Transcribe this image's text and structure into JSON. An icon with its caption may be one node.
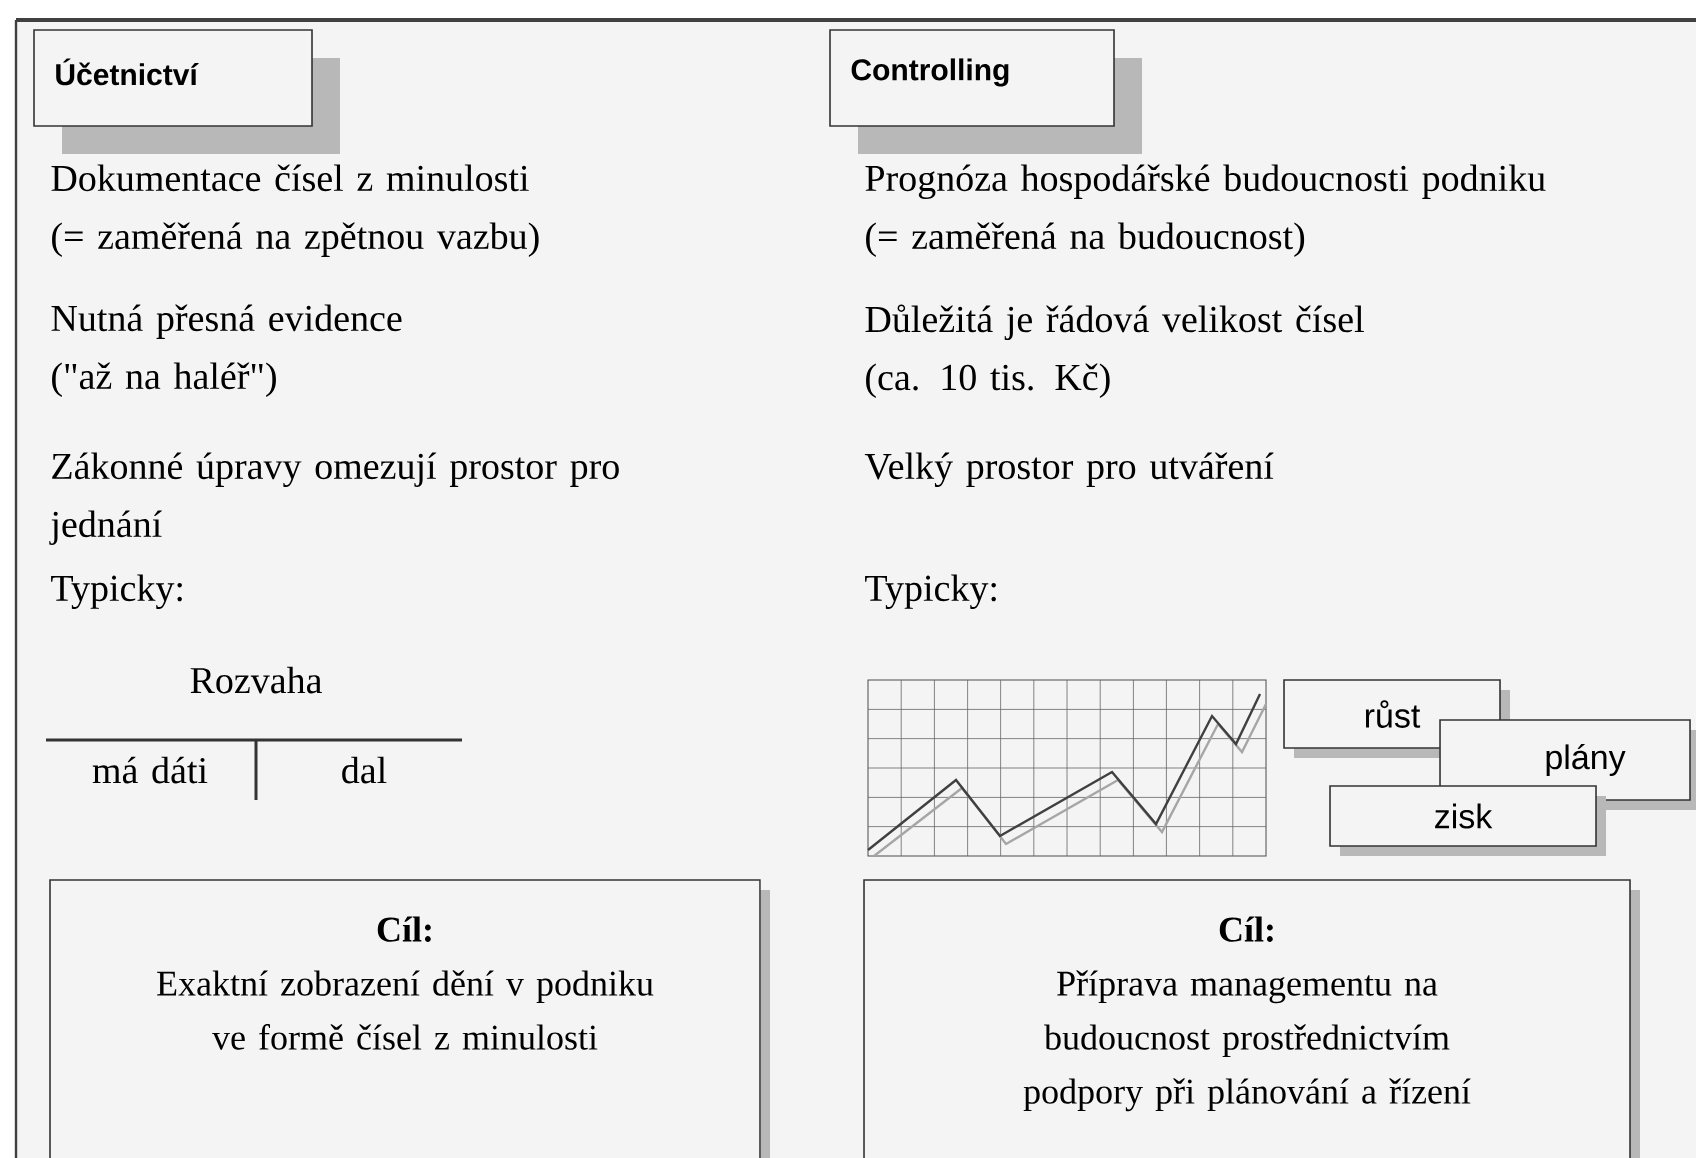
{
  "diagram": {
    "nodes": [
      {
        "text": [
          "Účetnictví"
        ]
      },
      {
        "text": [
          "Controlling"
        ]
      },
      {
        "text": [
          "Cíl:",
          "Exaktní zobrazení dění v podniku ve formě čísel z minulosti"
        ]
      },
      {
        "text": [
          "Cíl:",
          "Příprava managementu na budoucnost prostřednictvím podpory při plánování a řízení"
        ]
      },
      {
        "text": [
          "růst"
        ]
      },
      {
        "text": [
          "plány"
        ]
      },
      {
        "text": [
          "zisk"
        ]
      }
    ],
    "labels": [
      "Dokumentace čísel z minulosti (= zaměřená na zpětnou vazbu)",
      "Nutná přesná evidence (\"až na haléř\")",
      "Zákonné úpravy omezují prostor pro jednání",
      "Typicky:",
      "Rozvaha",
      "má dáti",
      "dal",
      "Prognóza hospodářské budoucnosti podniku (= zaměřená na budoucnost)",
      "Důležitá je řádová velikost čísel (ca. 10 tis. Kč)",
      "Velký prostor pro utváření",
      "Typicky:"
    ]
  }
}
